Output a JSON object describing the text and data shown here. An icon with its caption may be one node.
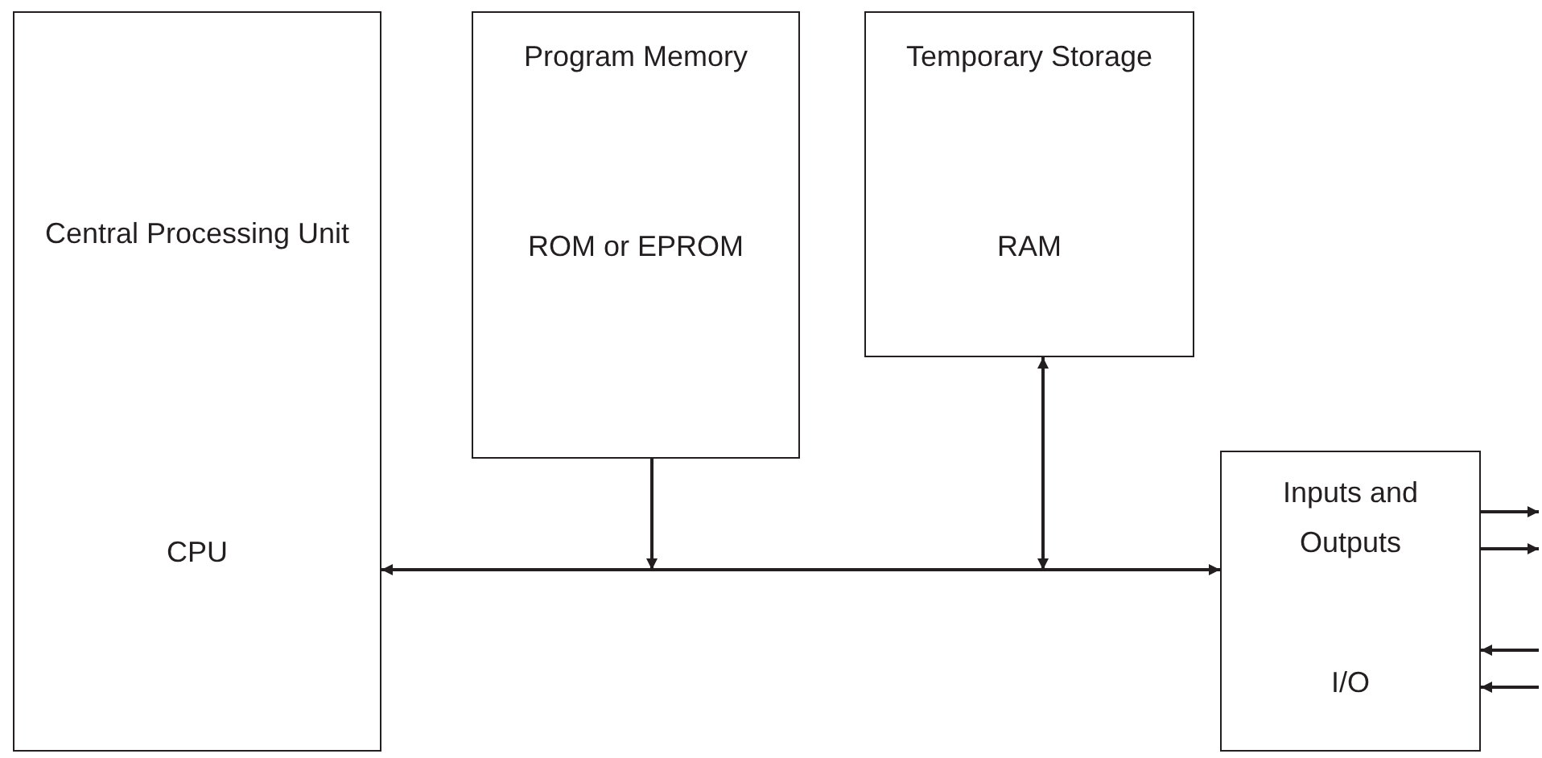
{
  "diagram": {
    "nodes": [
      {
        "text": [
          "Central Processing Unit",
          "CPU"
        ]
      },
      {
        "text": [
          "Program Memory",
          "ROM or EPROM"
        ]
      },
      {
        "text": [
          "Temporary Storage",
          "RAM"
        ]
      },
      {
        "text": [
          "Inputs and Outputs",
          "I/O"
        ]
      }
    ],
    "edges": [
      {
        "from": 0,
        "to": 3,
        "arrow": "both"
      },
      {
        "from": 1,
        "to": null,
        "arrow": "to"
      },
      {
        "from": 2,
        "to": null,
        "arrow": "both"
      },
      {
        "from": 3,
        "to": null,
        "arrow": "to"
      },
      {
        "from": 3,
        "to": null,
        "arrow": "to"
      },
      {
        "from": null,
        "to": 3,
        "arrow": "to"
      },
      {
        "from": null,
        "to": 3,
        "arrow": "to"
      }
    ]
  }
}
